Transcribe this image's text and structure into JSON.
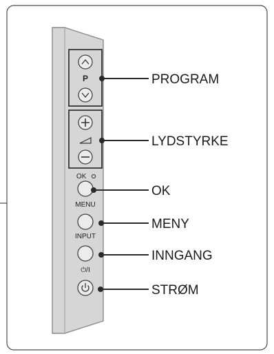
{
  "callouts": {
    "program": "PROGRAM",
    "volume": "LYDSTYRKE",
    "ok": "OK",
    "menu": "MENY",
    "input": "INNGANG",
    "power": "STRØM"
  },
  "panel_labels": {
    "program_p": "P",
    "ok": "OK",
    "menu": "MENU",
    "input": "INPUT",
    "power": "⏻/I"
  },
  "colors": {
    "panel_fill": "#d6d6d6",
    "panel_edge": "#8a8a8a",
    "frame": "#4a4a4a",
    "leader": "#2a2a2a"
  },
  "icons": [
    "chevron-up-icon",
    "chevron-down-icon",
    "plus-icon",
    "volume-icon",
    "minus-icon",
    "ok-dot-icon",
    "power-icon"
  ]
}
